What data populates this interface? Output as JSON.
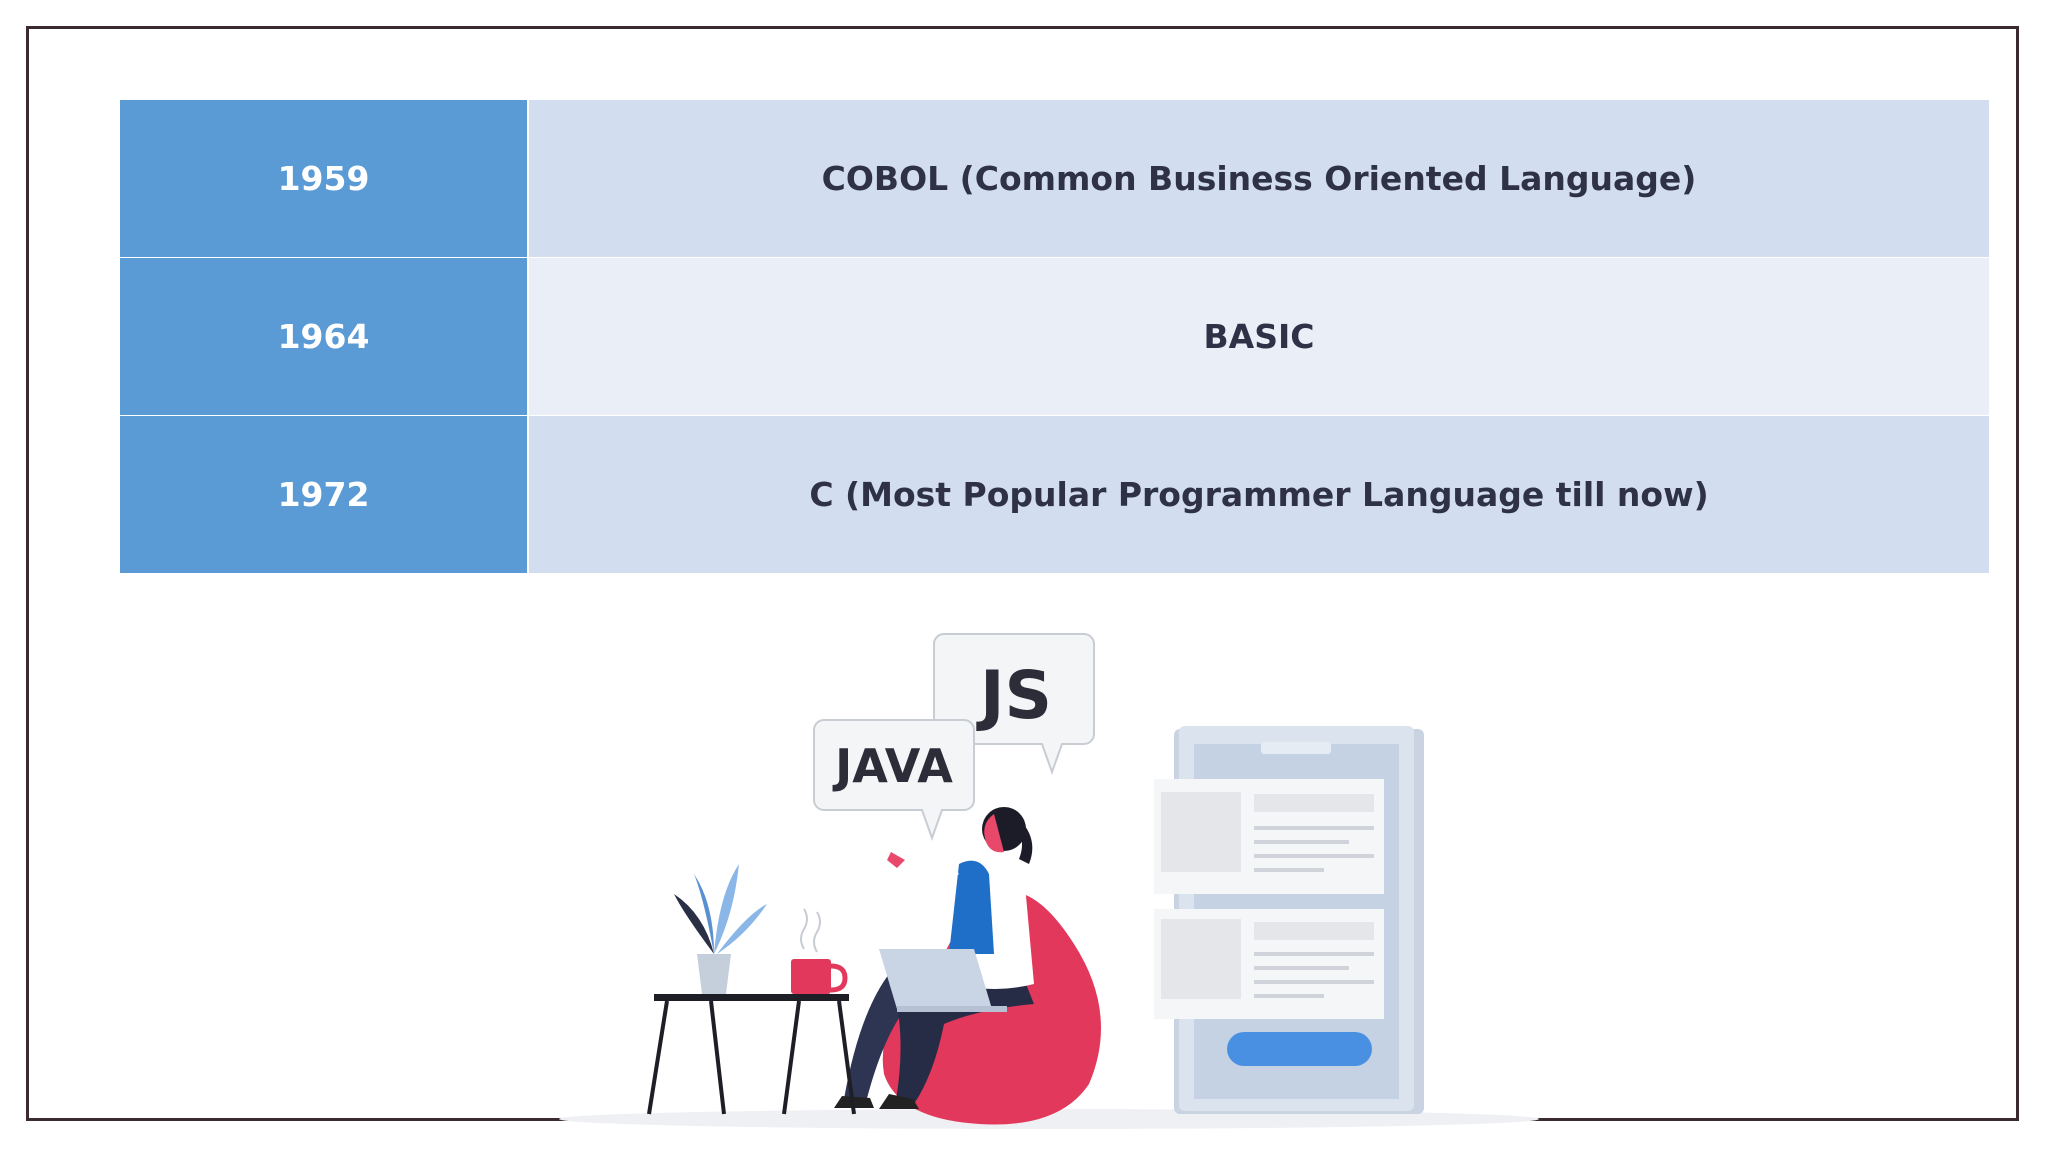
{
  "timeline": {
    "rows": [
      {
        "year": "1959",
        "language": "COBOL (Common Business Oriented Language)"
      },
      {
        "year": "1964",
        "language": "BASIC"
      },
      {
        "year": "1972",
        "language": "C (Most Popular Programmer Language till now)"
      }
    ]
  },
  "illustration": {
    "bubble_js": "JS",
    "bubble_java": "JAVA"
  },
  "colors": {
    "year_cell": "#5b9bd5",
    "row_dark": "#d2deef",
    "row_light": "#eaeff7",
    "chair": "#e2385c",
    "shirt": "#1f6fc9",
    "button": "#4a90e2"
  }
}
